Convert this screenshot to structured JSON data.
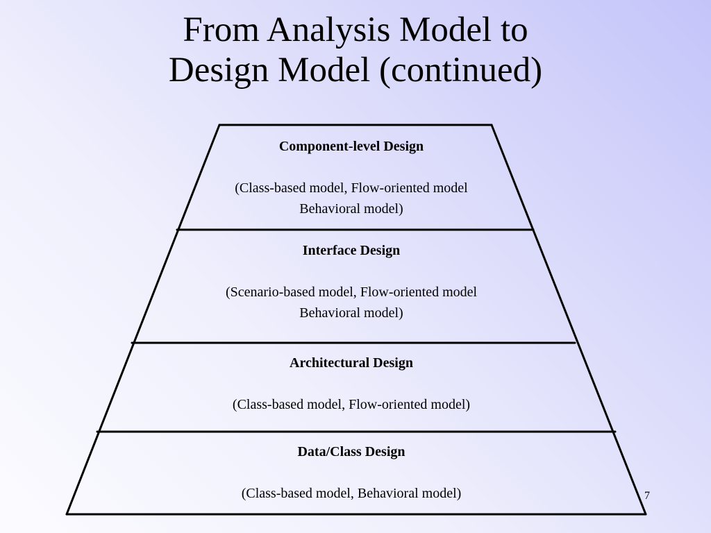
{
  "slide": {
    "title_line1": "From Analysis Model to",
    "title_line2": "Design Model (continued)",
    "page_number": "7"
  },
  "pyramid": {
    "levels": [
      {
        "heading": "Component-level Design",
        "description": "(Class-based model, Flow-oriented model\nBehavioral model)"
      },
      {
        "heading": "Interface Design",
        "description": "(Scenario-based model, Flow-oriented model\nBehavioral model)"
      },
      {
        "heading": "Architectural Design",
        "description": "(Class-based model, Flow-oriented model)"
      },
      {
        "heading": "Data/Class Design",
        "description": "(Class-based model, Behavioral model)"
      }
    ]
  }
}
